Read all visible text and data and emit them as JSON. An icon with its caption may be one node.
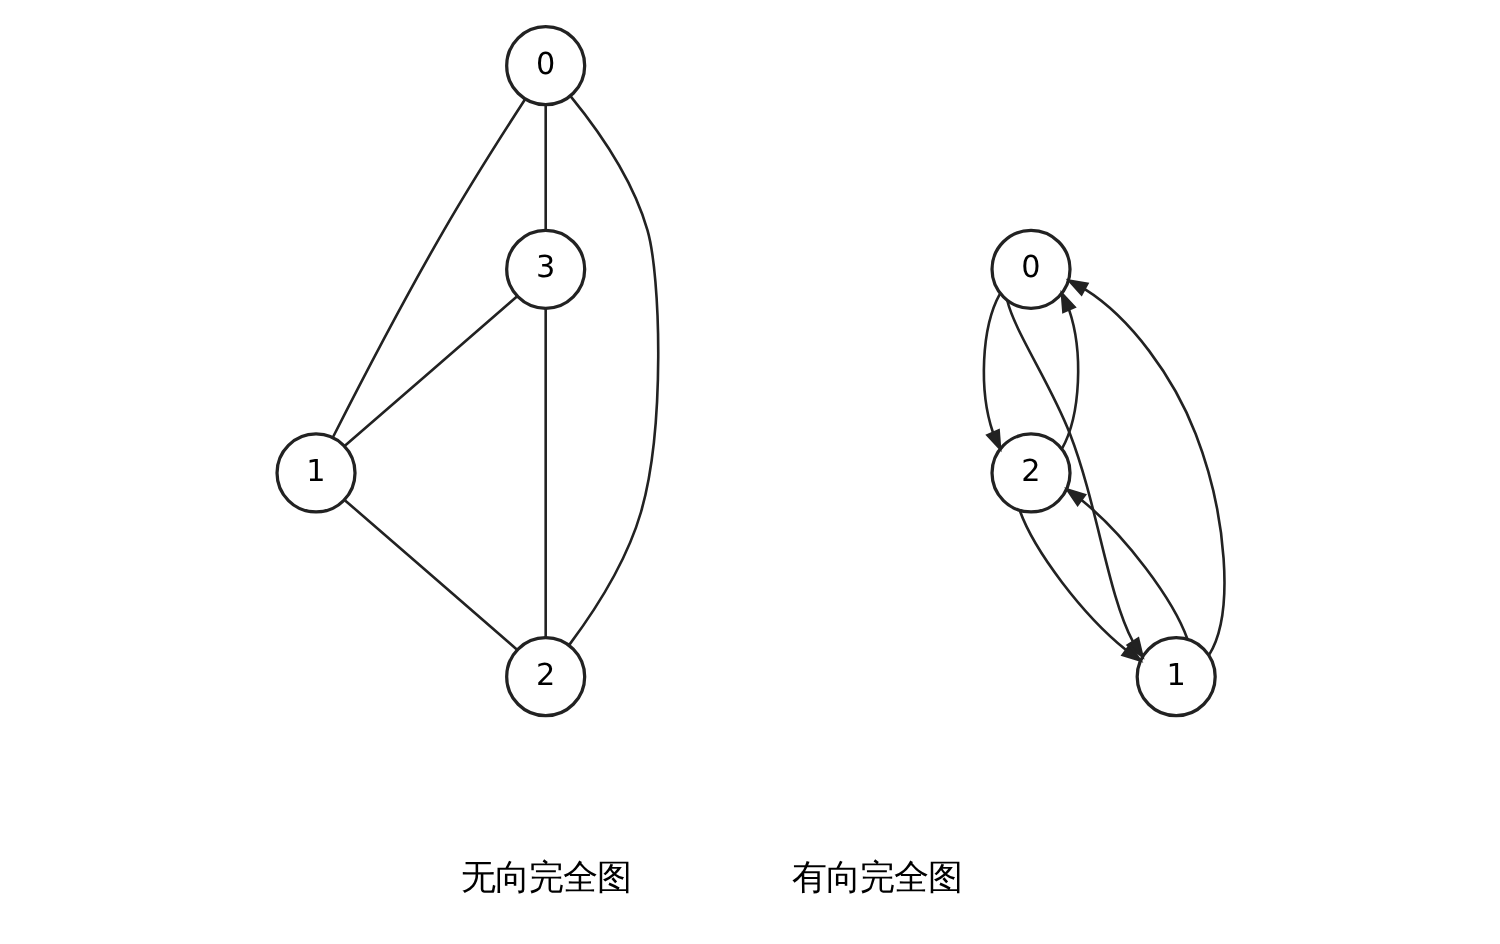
{
  "diagram": {
    "nodes": [
      {
        "text": [
          "0"
        ]
      },
      {
        "text": [
          "3"
        ]
      },
      {
        "text": [
          "1"
        ]
      },
      {
        "text": [
          "2"
        ]
      },
      {
        "text": [
          "0"
        ]
      },
      {
        "text": [
          "2"
        ]
      },
      {
        "text": [
          "1"
        ]
      }
    ],
    "edges": [
      {
        "from": 0,
        "to": 1,
        "arrow": "none"
      },
      {
        "from": 0,
        "to": 2,
        "arrow": "none"
      },
      {
        "from": 0,
        "to": 3,
        "arrow": "none"
      },
      {
        "from": 1,
        "to": 2,
        "arrow": "none"
      },
      {
        "from": 1,
        "to": 3,
        "arrow": "none"
      },
      {
        "from": 2,
        "to": 3,
        "arrow": "none"
      },
      {
        "from": 4,
        "to": 5,
        "arrow": "to"
      },
      {
        "from": 5,
        "to": 4,
        "arrow": "to"
      },
      {
        "from": 4,
        "to": 6,
        "arrow": "to"
      },
      {
        "from": 6,
        "to": 4,
        "arrow": "to"
      },
      {
        "from": 5,
        "to": 6,
        "arrow": "to"
      },
      {
        "from": 6,
        "to": 5,
        "arrow": "to"
      }
    ],
    "labels": [
      "无向完全图",
      "有向完全图"
    ]
  }
}
